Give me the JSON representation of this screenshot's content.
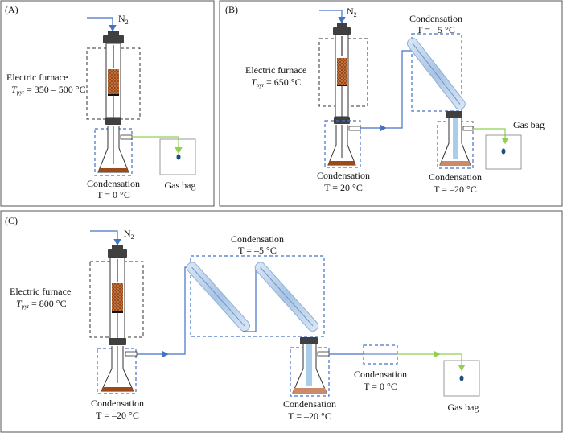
{
  "panels": {
    "a": {
      "label": "(A)",
      "gas": "N",
      "gas_sub": "2",
      "furnace_label": "Electric furnace",
      "temp_sym": "T",
      "temp_sub": "pyr",
      "temp_val": " = 350 – 500 °C",
      "cond": {
        "title": "Condensation",
        "temp": "T = 0 °C"
      },
      "gas_bag": "Gas bag"
    },
    "b": {
      "label": "(B)",
      "gas": "N",
      "gas_sub": "2",
      "furnace_label": "Electric furnace",
      "temp_sym": "T",
      "temp_sub": "pyr",
      "temp_val": " = 650 °C",
      "cond1": {
        "title": "Condensation",
        "temp": "T = 20 °C"
      },
      "cond2": {
        "title": "Condensation",
        "temp": "T = –5 °C"
      },
      "cond3": {
        "title": "Condensation",
        "temp": "T = –20 °C"
      },
      "gas_bag": "Gas bag"
    },
    "c": {
      "label": "(C)",
      "gas": "N",
      "gas_sub": "2",
      "furnace_label": "Electric furnace",
      "temp_sym": "T",
      "temp_sub": "pyr",
      "temp_val": " = 800 °C",
      "cond1": {
        "title": "Condensation",
        "temp": "T = –20 °C"
      },
      "cond2": {
        "title": "Condensation",
        "temp": "T = –5 °C"
      },
      "cond3": {
        "title": "Condensation",
        "temp": "T = –20 °C"
      },
      "cond4": {
        "title": "Condensation",
        "temp": "T = 0 °C"
      },
      "gas_bag": "Gas bag"
    }
  },
  "colors": {
    "flow_line": "#4472c4",
    "gas_line": "#92d050",
    "dashed_box": "#4472c4",
    "furnace_box": "#333333",
    "char": "#9c4a1a",
    "cap": "#404040",
    "condenser_fill": "#bdd7ee"
  }
}
